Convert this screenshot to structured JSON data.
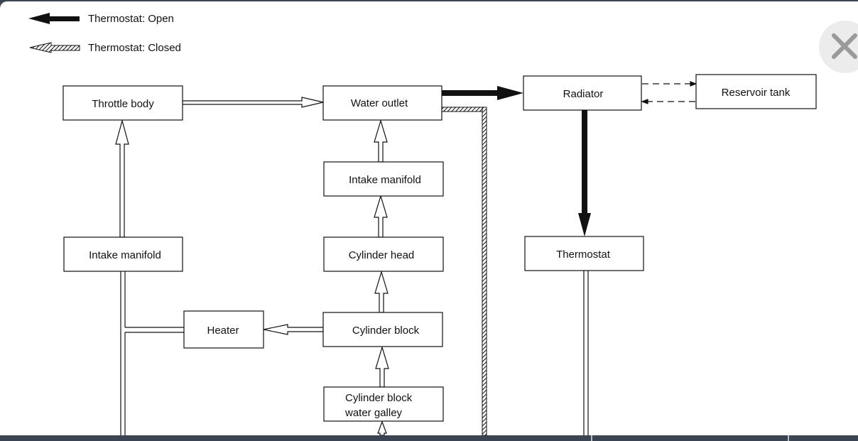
{
  "legend": [
    {
      "style": "solid",
      "label": "Thermostat:  Open"
    },
    {
      "style": "hatched",
      "label": "Thermostat:  Closed"
    }
  ],
  "nodes": {
    "throttle_body": "Throttle body",
    "water_outlet": "Water outlet",
    "radiator": "Radiator",
    "reservoir_tank": "Reservoir tank",
    "intake_manifold_center": "Intake manifold",
    "intake_manifold_left": "Intake manifold",
    "cylinder_head": "Cylinder head",
    "thermostat": "Thermostat",
    "heater": "Heater",
    "cylinder_block": "Cylinder block",
    "cylinder_block_water_galley_line1": "Cylinder block",
    "cylinder_block_water_galley_line2": "water galley"
  },
  "close_button": {
    "icon": "close-icon"
  },
  "colors": {
    "frame": "#3b4452",
    "close_bg": "#ececec",
    "close_x": "#9a9a9a"
  }
}
